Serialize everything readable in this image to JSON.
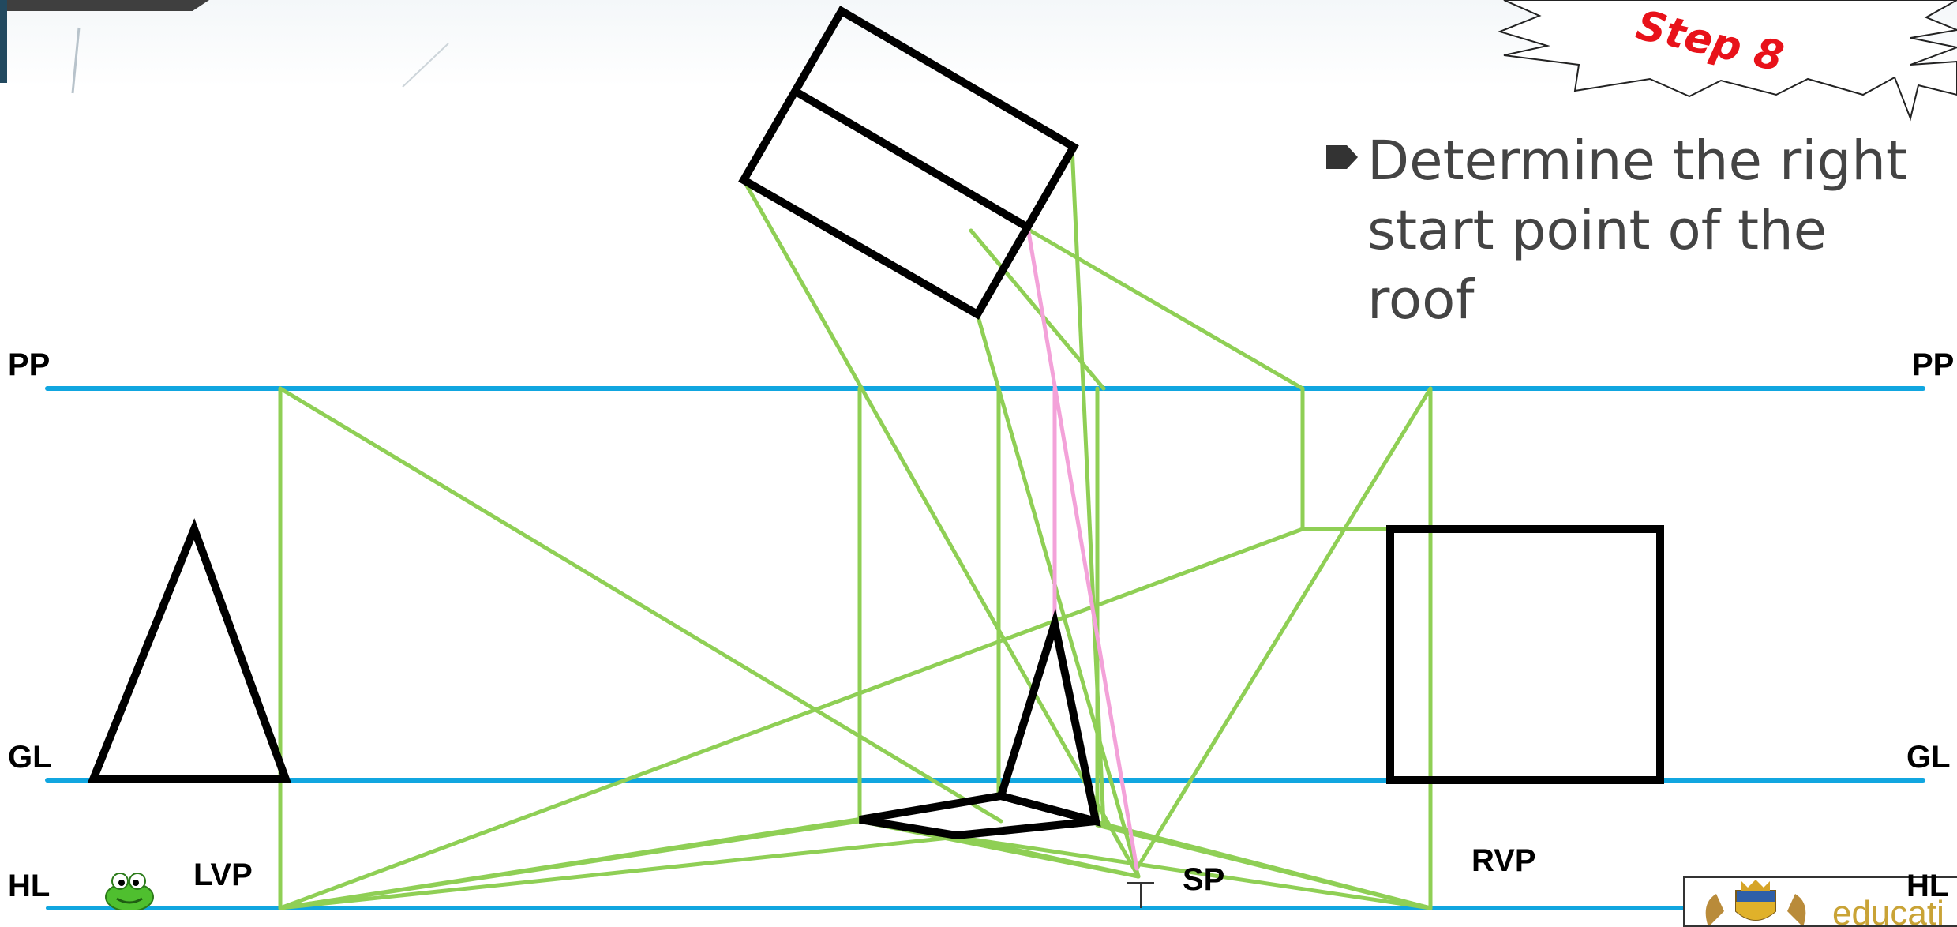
{
  "step_badge": {
    "text": "Step 8",
    "color": "#e8121a"
  },
  "bullet": {
    "icon": "arrow-bullet-icon",
    "lines": [
      "Determine the right",
      "start point of the",
      "roof"
    ]
  },
  "labels": {
    "pp_left": "PP",
    "pp_right": "PP",
    "gl_left": "GL",
    "gl_right": "GL",
    "hl_left": "HL",
    "hl_right": "HL",
    "lvp": "LVP",
    "rvp": "RVP",
    "sp": "SP"
  },
  "logo": {
    "text": "educati",
    "icon": "coat-of-arms-icon"
  },
  "mascot": {
    "icon": "frog-mascot-icon"
  },
  "colors": {
    "reference_lines": "#11a6e0",
    "projectors": "#8fcf55",
    "highlight_projector": "#f3a2d9",
    "shapes": "#000000"
  }
}
